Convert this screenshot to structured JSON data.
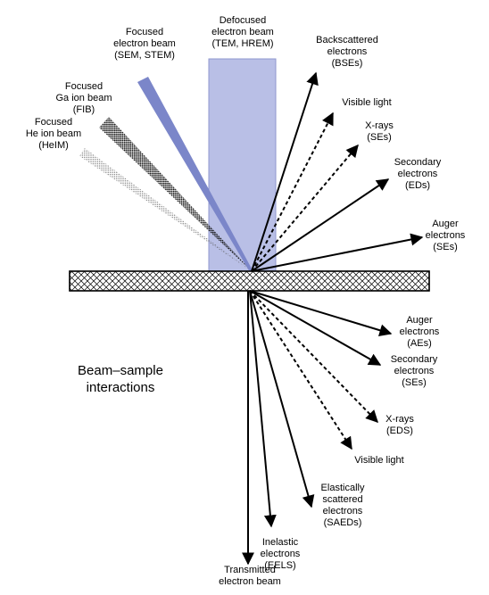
{
  "diagram": {
    "title": "",
    "colors": {
      "semBeam": "#7b86c9",
      "temFill": "#b9bfe6",
      "temStroke": "#8f97cf",
      "line": "#000000",
      "sample": "#ffffff"
    },
    "incoming": {
      "sem": [
        "Focused",
        "electron beam",
        "(SEM, STEM)"
      ],
      "tem": [
        "Defocused",
        "electron beam",
        "(TEM, HREM)"
      ],
      "fib": [
        "Focused",
        "Ga ion beam",
        "(FIB)"
      ],
      "heim": [
        "Focused",
        "He ion beam",
        "(HeIM)"
      ]
    },
    "center_label": [
      "Beam–sample",
      "interactions"
    ],
    "signals_above": [
      {
        "lines": [
          "Backscattered",
          "electrons",
          "(BSEs)"
        ],
        "style": "solid"
      },
      {
        "lines": [
          "Visible light"
        ],
        "style": "dashed"
      },
      {
        "lines": [
          "X-rays",
          "(SEs)"
        ],
        "style": "dashed"
      },
      {
        "lines": [
          "Secondary",
          "electrons",
          "(EDs)"
        ],
        "style": "solid"
      },
      {
        "lines": [
          "Auger",
          "electrons",
          "(SEs)"
        ],
        "style": "solid"
      }
    ],
    "signals_below": [
      {
        "lines": [
          "Auger",
          "electrons",
          "(AEs)"
        ],
        "style": "solid"
      },
      {
        "lines": [
          "Secondary",
          "electrons",
          "(SEs)"
        ],
        "style": "solid"
      },
      {
        "lines": [
          "X-rays",
          "(EDS)"
        ],
        "style": "dashed"
      },
      {
        "lines": [
          "Visible light"
        ],
        "style": "dashed"
      },
      {
        "lines": [
          "Elastically",
          "scattered",
          "electrons",
          "(SAEDs)"
        ],
        "style": "solid"
      },
      {
        "lines": [
          "Inelastic",
          "electrons",
          "(EELS)"
        ],
        "style": "solid"
      },
      {
        "lines": [
          "Transmitted",
          "electron beam"
        ],
        "style": "solid"
      }
    ]
  }
}
